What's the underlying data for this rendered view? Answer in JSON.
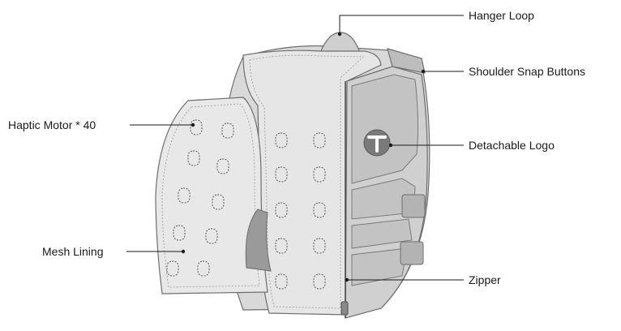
{
  "labels": {
    "hanger_loop": "Hanger Loop",
    "shoulder_snap_buttons": "Shoulder Snap Buttons",
    "detachable_logo": "Detachable Logo",
    "zipper": "Zipper",
    "haptic_motor": "Haptic Motor * 40",
    "mesh_lining": "Mesh Lining"
  },
  "colors": {
    "outline": "#6e6e6e",
    "panel_fill": "#e2e2e2",
    "shell_fill": "#d4d4d4",
    "dark_fill": "#9a9a9a",
    "logo_fill": "#7a7a7a",
    "leader": "#1a1a1a"
  },
  "icons": {
    "logo": "t-logo-icon"
  }
}
